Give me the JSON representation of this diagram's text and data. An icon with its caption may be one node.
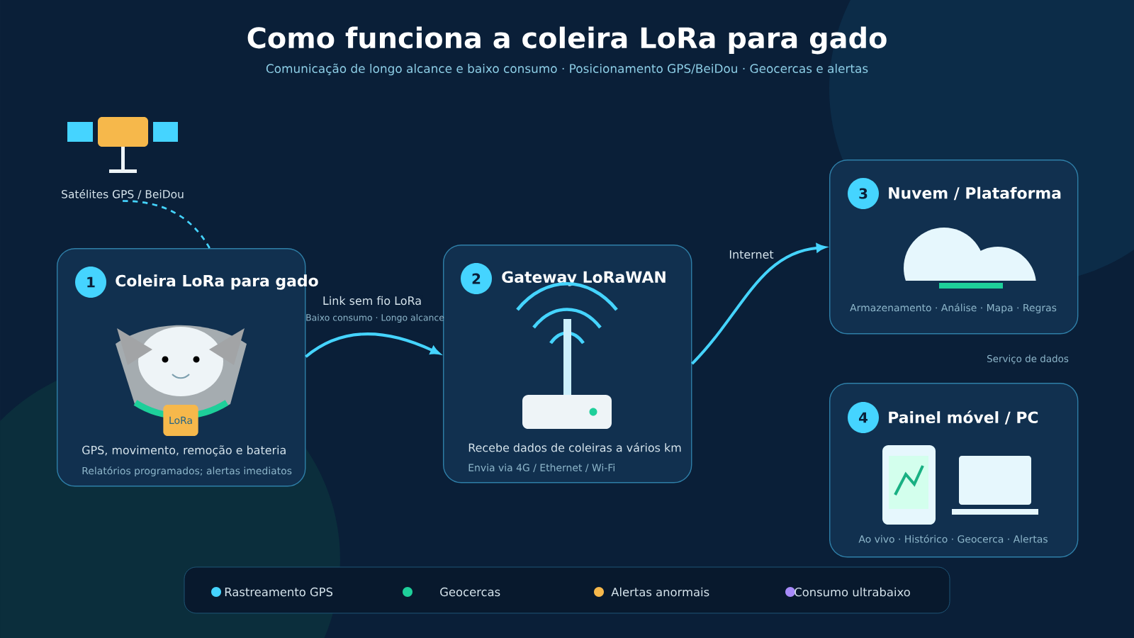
{
  "diagram": {
    "title": "Como funciona a coleira LoRa para gado",
    "nodes": [
      {
        "text": [
          "Satélites GPS / BeiDou"
        ]
      },
      {
        "text": [
          "1",
          "Coleira LoRa para gado",
          "GPS, movimento, remoção e bateria",
          "Relatórios programados; alertas imediatos"
        ]
      },
      {
        "text": [
          "2",
          "Gateway LoRaWAN",
          "Recebe dados de coleiras a vários km",
          "Envia via 4G / Ethernet / Wi-Fi"
        ]
      },
      {
        "text": [
          "3",
          "Nuvem / Plataforma",
          "Armazenamento · Análise · Mapa · Regras"
        ]
      },
      {
        "text": [
          "4",
          "Painel móvel / PC",
          "Ao vivo · Histórico · Geocerca · Alertas"
        ]
      },
      {
        "text": [
          "LoRa"
        ],
        "in": 1
      }
    ],
    "edges": [
      {
        "from": 0,
        "to": 1,
        "arrow": "none",
        "style": "dashed"
      },
      {
        "from": 1,
        "to": 2,
        "arrow": "to",
        "label": "Link sem fio LoRa"
      },
      {
        "from": 2,
        "to": 3,
        "arrow": "to",
        "label": "Internet"
      }
    ],
    "labels": [
      "Comunicação de longo alcance e baixo consumo · Posicionamento GPS/BeiDou · Geocercas e alertas",
      "Baixo consumo · Longo alcance",
      "Serviço de dados"
    ],
    "legend": [
      {
        "text": "Rastreamento GPS",
        "color": "#45d4ff"
      },
      {
        "text": "Geocercas",
        "color": "#1ecf9a"
      },
      {
        "text": "Alertas anormais",
        "color": "#f6b84b"
      },
      {
        "text": "Consumo ultrabaixo",
        "color": "#a78bfa"
      }
    ]
  }
}
